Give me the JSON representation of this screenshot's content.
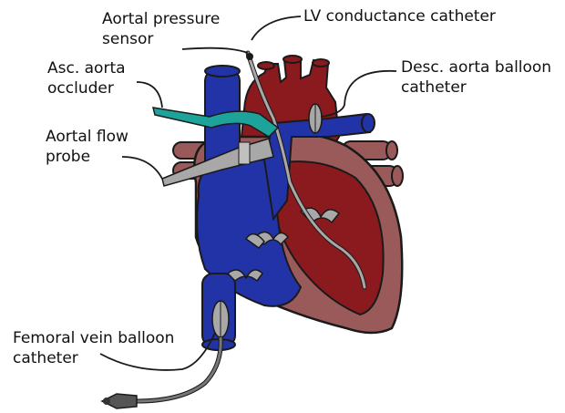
{
  "labels": {
    "aortal_pressure_sensor": "Aortal pressure\nsensor",
    "lv_conductance_catheter": "LV conductance catheter",
    "asc_aorta_occluder": "Asc. aorta\noccluder",
    "desc_aorta_balloon_catheter": "Desc. aorta balloon\ncatheter",
    "aortal_flow_probe": "Aortal flow\nprobe",
    "femoral_vein_balloon_catheter": "Femoral vein balloon\ncatheter"
  },
  "colors": {
    "venous_blue": "#2233a8",
    "arterial_red": "#8a1a1e",
    "muscle_brown": "#9a5a5a",
    "occluder_teal": "#1ea39a",
    "device_gray": "#a8a8a8",
    "line": "#1a1a1a"
  }
}
